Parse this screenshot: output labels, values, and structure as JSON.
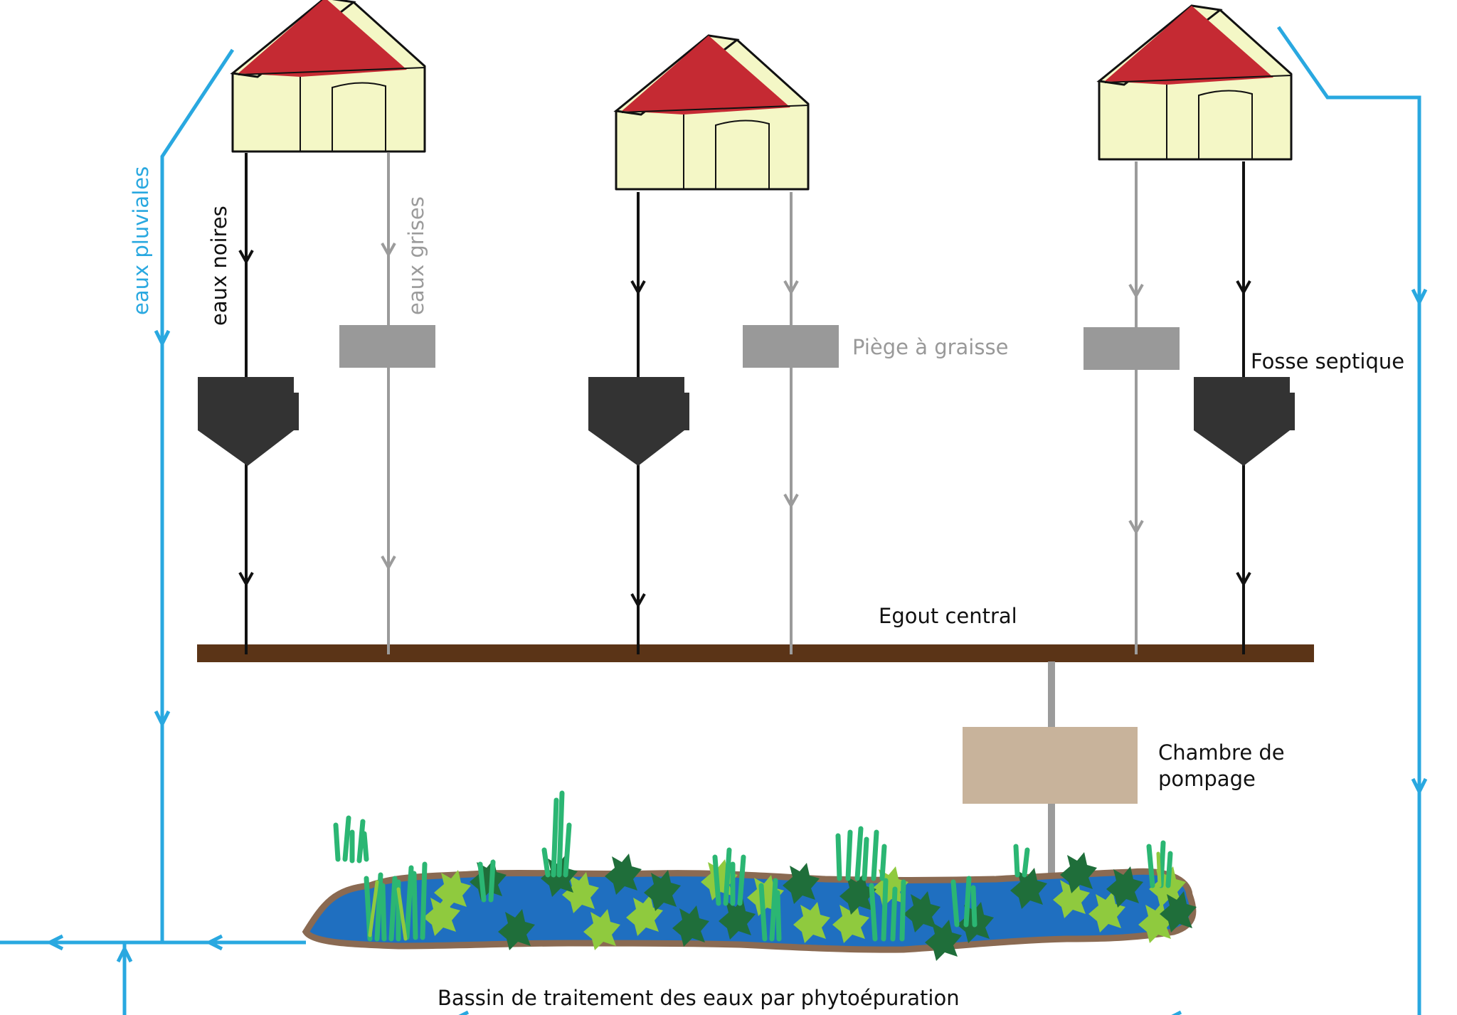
{
  "labels": {
    "rainwater": "eaux pluviales",
    "blackwater": "eaux noires",
    "greywater": "eaux grises",
    "grease_trap": "Piège à graisse",
    "septic_tank": "Fosse septique",
    "central_sewer": "Egout central",
    "pumping_chamber": "Chambre de\npompage",
    "pumping_chamber_line1": "Chambre de",
    "pumping_chamber_line2": "pompage",
    "basin": "Bassin de traitement des eaux par phytoépuration"
  },
  "colors": {
    "rainwater_pipe": "#29a8e0",
    "blackwater_pipe": "#111111",
    "greywater_pipe": "#9b9b9b",
    "grease_trap": "#999999",
    "septic_tank": "#333333",
    "sewer": "#5b3417",
    "pumping_chamber": "#c8b39b",
    "house_wall": "#f4f7c6",
    "house_roof": "#c52a33",
    "water": "#1f6fc0",
    "basin_rim": "#8a6a52",
    "plant_light": "#8fca3e",
    "plant_mid": "#2bb673",
    "plant_dark": "#1f6e3a"
  },
  "houses": [
    {
      "name": "house-left"
    },
    {
      "name": "house-middle"
    },
    {
      "name": "house-right"
    }
  ]
}
